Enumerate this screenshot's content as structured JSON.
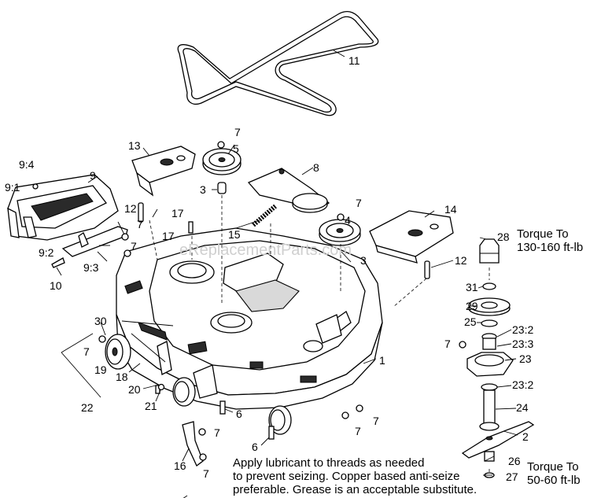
{
  "watermark": "eReplacementParts.com",
  "callouts": {
    "c1": "1",
    "c2": "2",
    "c3a": "3",
    "c3b": "3",
    "c4": "4",
    "c5": "5",
    "c6a": "6",
    "c6b": "6",
    "c7a": "7",
    "c7b": "7",
    "c7c": "7",
    "c7d": "7",
    "c7e": "7",
    "c7f": "7",
    "c7g": "7",
    "c7h": "7",
    "c7i": "7",
    "c7j": "7",
    "c8": "8",
    "c9": "9",
    "c9_1": "9:1",
    "c9_2": "9:2",
    "c9_3": "9:3",
    "c9_4": "9:4",
    "c10": "10",
    "c11": "11",
    "c12a": "12",
    "c12b": "12",
    "c13": "13",
    "c14": "14",
    "c15": "15",
    "c16": "16",
    "c17a": "17",
    "c17b": "17",
    "c18": "18",
    "c19": "19",
    "c20": "20",
    "c21": "21",
    "c22": "22",
    "c23": "23",
    "c23_2a": "23:2",
    "c23_2b": "23:2",
    "c23_3": "23:3",
    "c24": "24",
    "c25": "25",
    "c26": "26",
    "c27": "27",
    "c28": "28",
    "c29": "29",
    "c30": "30",
    "c31": "31"
  },
  "torque_top": {
    "line1": "Torque To",
    "line2": "130-160 ft-lb"
  },
  "torque_bottom": {
    "line1": "Torque To",
    "line2": "50-60 ft-lb"
  },
  "lubricant_note": {
    "line1": "Apply lubricant to threads as needed",
    "line2": "to prevent seizing. Copper based anti-seize",
    "line3": "preferable. Grease is an acceptable substitute."
  }
}
